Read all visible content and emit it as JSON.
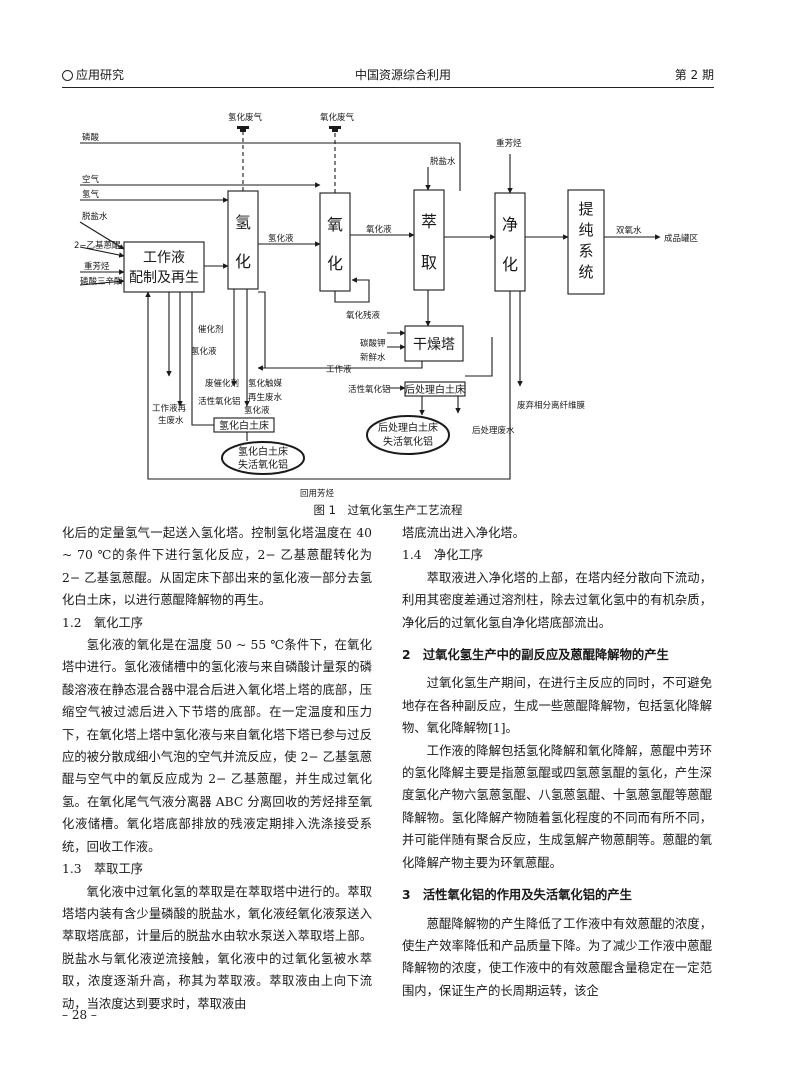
{
  "header": {
    "left": "应用研究",
    "center": "中国资源综合利用",
    "right": "第 2 期"
  },
  "figure": {
    "caption": "图 1　过氧化氢生产工艺流程",
    "boxes": {
      "prep": [
        "工作液",
        "配制及再生"
      ],
      "hydro": [
        "氢",
        "化"
      ],
      "oxid": [
        "氧",
        "化"
      ],
      "extract": [
        "萃",
        "取"
      ],
      "purify": [
        "净",
        "化"
      ],
      "refine": [
        "提",
        "纯",
        "系",
        "统"
      ],
      "dryer": "干燥塔",
      "post_bed": "后处理白土床",
      "hydro_bed": "氢化白土床"
    },
    "ellipses": {
      "post_spent": [
        "后处理白土床",
        "失活氧化铝"
      ],
      "hydro_spent": [
        "氢化白土床",
        "失活氧化铝"
      ]
    },
    "labels": {
      "h2_off": "氢化废气",
      "o2_off": "氧化废气",
      "phosphoric": "磷酸",
      "air": "空气",
      "h2": "氢气",
      "deion1": "脱盐水",
      "eaq": "2−乙基蒽醌",
      "arom": "重芳烃",
      "tof": "磷酸三辛酯",
      "deion2": "脱盐水",
      "arom2": "重芳烃",
      "hydro_liq": "氢化液",
      "oxid_liq": "氧化液",
      "h2o2": "双氧水",
      "product": "成品罐区",
      "oxid_res": "氧化残液",
      "k2co3": "碳酸钾",
      "fresh": "新鲜水",
      "work_liq": "工作液",
      "act_al": "活性氧化铝",
      "post_ww": "后处理废水",
      "fiber": "废弃相分离纤维膜",
      "catalyst": "催化剂",
      "hydro_liq2": "氢化液",
      "spent_cat": "废催化剂",
      "cat_ww": [
        "氢化触媒",
        "再生废水"
      ],
      "act_al2": "活性氧化铝",
      "hydro_liq3": "氢化液",
      "regen_ww": [
        "工作液再",
        "生废水"
      ],
      "recycle": "回用芳烃"
    }
  },
  "col_left": {
    "p1": "化后的定量氢气一起送入氢化塔。控制氢化塔温度在 40 ~ 70 ℃的条件下进行氢化反应，2− 乙基蒽醌转化为 2− 乙基氢蒽醌。从固定床下部出来的氢化液一部分去氢化白土床，以进行蒽醌降解物的再生。",
    "h_12": "1.2　氧化工序",
    "p2": "氢化液的氧化是在温度 50 ~ 55 ℃条件下，在氧化塔中进行。氢化液储槽中的氢化液与来自磷酸计量泵的磷酸溶液在静态混合器中混合后进入氧化塔上塔的底部，压缩空气被过滤后进入下节塔的底部。在一定温度和压力下，在氧化塔上塔中氢化液与来自氧化塔下塔已参与过反应的被分散成细小气泡的空气并流反应，使 2− 乙基氢蒽醌与空气中的氧反应成为 2− 乙基蒽醌，并生成过氧化氢。在氧化尾气气液分离器 ABC 分离回收的芳烃排至氧化液储槽。氧化塔底部排放的残液定期排入洗涤接受系统，回收工作液。",
    "h_13": "1.3　萃取工序",
    "p3": "氧化液中过氧化氢的萃取是在萃取塔中进行的。萃取塔塔内装有含少量磷酸的脱盐水，氧化液经氧化液泵送入萃取塔底部，计量后的脱盐水由软水泵送入萃取塔上部。脱盐水与氧化液逆流接触，氧化液中的过氧化氢被水萃取，浓度逐渐升高，称其为萃取液。萃取液由上向下流动，当浓度达到要求时，萃取液由"
  },
  "col_right": {
    "p1": "塔底流出进入净化塔。",
    "h_14": "1.4　净化工序",
    "p2": "萃取液进入净化塔的上部，在塔内经分散向下流动，利用其密度差通过溶剂柱，除去过氧化氢中的有机杂质，净化后的过氧化氢自净化塔底部流出。",
    "h_2": "2　过氧化氢生产中的副反应及蒽醌降解物的产生",
    "p3": "过氧化氢生产期间，在进行主反应的同时，不可避免地存在各种副反应，生成一些蒽醌降解物，包括氢化降解物、氧化降解物[1]。",
    "p4": "工作液的降解包括氢化降解和氧化降解，蒽醌中芳环的氢化降解主要是指蒽氢醌或四氢蒽氢醌的氢化，产生深度氢化产物六氢蒽氢醌、八氢蒽氢醌、十氢蒽氢醌等蒽醌降解物。氢化降解产物随着氢化程度的不同而有所不同，并可能伴随有聚合反应，生成氢解产物蒽酮等。蒽醌的氧化降解产物主要为环氧蒽醌。",
    "h_3": "3　活性氧化铝的作用及失活氧化铝的产生",
    "p5": "蒽醌降解物的产生降低了工作液中有效蒽醌的浓度，使生产效率降低和产品质量下降。为了减少工作液中蒽醌降解物的浓度，使工作液中的有效蒽醌含量稳定在一定范围内，保证生产的长周期运转，该企"
  },
  "page_number": "– 28 –"
}
